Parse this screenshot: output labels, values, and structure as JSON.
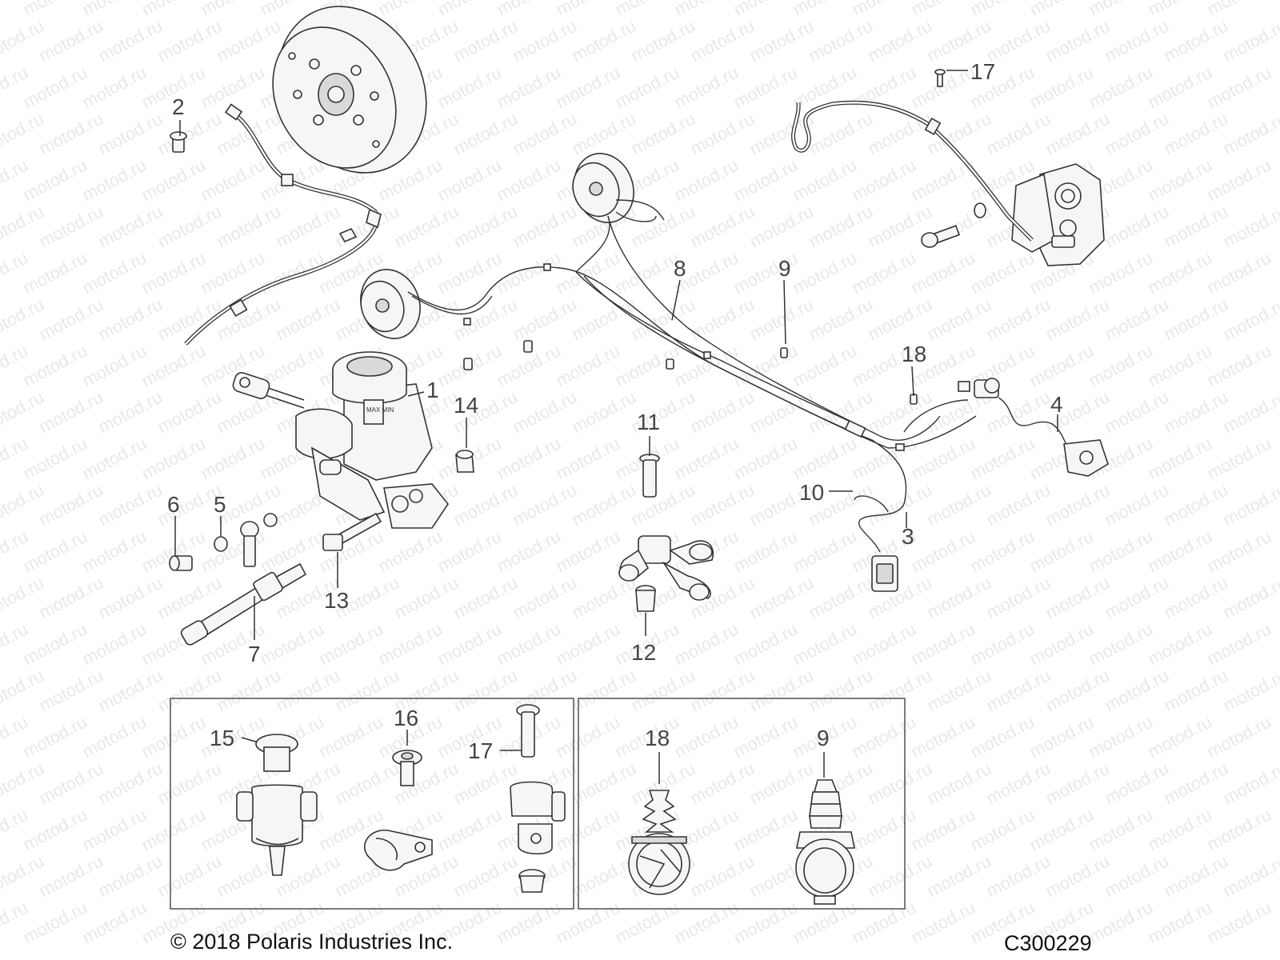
{
  "callouts": [
    {
      "id": "2",
      "label": "2"
    },
    {
      "id": "17a",
      "label": "17"
    },
    {
      "id": "8",
      "label": "8"
    },
    {
      "id": "9a",
      "label": "9"
    },
    {
      "id": "18a",
      "label": "18"
    },
    {
      "id": "1",
      "label": "1"
    },
    {
      "id": "14",
      "label": "14"
    },
    {
      "id": "4",
      "label": "4"
    },
    {
      "id": "11",
      "label": "11"
    },
    {
      "id": "10",
      "label": "10"
    },
    {
      "id": "3",
      "label": "3"
    },
    {
      "id": "6",
      "label": "6"
    },
    {
      "id": "5",
      "label": "5"
    },
    {
      "id": "13",
      "label": "13"
    },
    {
      "id": "7",
      "label": "7"
    },
    {
      "id": "12",
      "label": "12"
    },
    {
      "id": "15",
      "label": "15"
    },
    {
      "id": "16",
      "label": "16"
    },
    {
      "id": "17b",
      "label": "17"
    },
    {
      "id": "18b",
      "label": "18"
    },
    {
      "id": "9b",
      "label": "9"
    }
  ],
  "reservoir_label": "MAX MIN",
  "watermark": "motod.ru",
  "copyright": "© 2018 Polaris Industries Inc.",
  "diagram_code": "C300229"
}
